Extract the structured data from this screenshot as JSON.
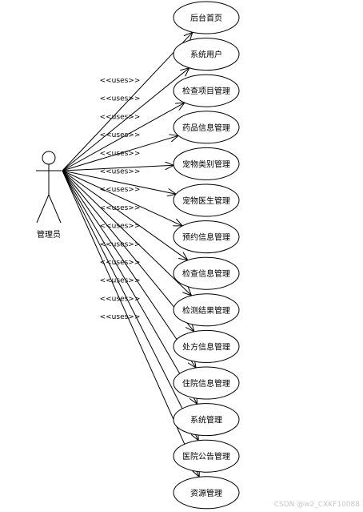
{
  "actor": {
    "name": "管理员"
  },
  "stereotype": "<<uses>>",
  "use_cases": [
    "后台首页",
    "系统用户",
    "检查项目管理",
    "药品信息管理",
    "宠物类别管理",
    "宠物医生管理",
    "预约信息管理",
    "检查信息管理",
    "检测结果管理",
    "处方信息管理",
    "住院信息管理",
    "系统管理",
    "医院公告管理",
    "资源管理"
  ],
  "watermark": "CSDN @w2_CXKF10088"
}
